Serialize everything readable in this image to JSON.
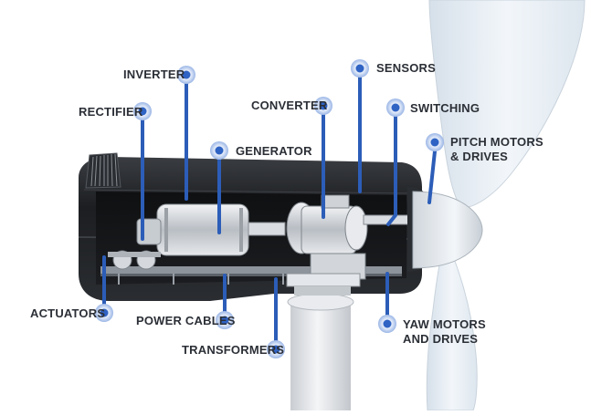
{
  "diagram": {
    "components": [
      {
        "id": "inverter",
        "lines": [
          "INVERTER"
        ]
      },
      {
        "id": "sensors",
        "lines": [
          "SENSORS"
        ]
      },
      {
        "id": "rectifier",
        "lines": [
          "RECTIFIER"
        ]
      },
      {
        "id": "converter",
        "lines": [
          "CONVERTER"
        ]
      },
      {
        "id": "switching",
        "lines": [
          "SWITCHING"
        ]
      },
      {
        "id": "generator",
        "lines": [
          "GENERATOR"
        ]
      },
      {
        "id": "pitch-motors",
        "lines": [
          "PITCH MOTORS",
          "& DRIVES"
        ]
      },
      {
        "id": "actuators",
        "lines": [
          "ACTUATORS"
        ]
      },
      {
        "id": "power-cables",
        "lines": [
          "POWER CABLES"
        ]
      },
      {
        "id": "yaw-motors",
        "lines": [
          "YAW MOTORS",
          "AND DRIVES"
        ]
      },
      {
        "id": "transformers",
        "lines": [
          "TRANSFORMERS"
        ]
      }
    ]
  },
  "colors": {
    "leader": "#2c5db8",
    "marker_ring": "#9bb6e6",
    "marker_core": "#2f63c4",
    "label_text": "#2b2f36",
    "nacelle_dark": "#1f2125",
    "blade": "#e3ebf2"
  }
}
